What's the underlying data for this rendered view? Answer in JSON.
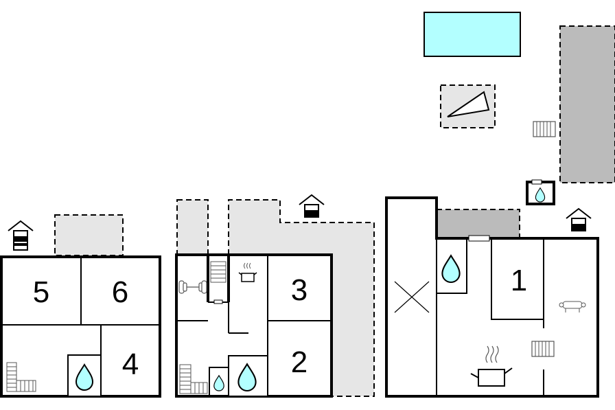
{
  "plan": {
    "colors": {
      "wall": "#000000",
      "terrace": "#e6e6e6",
      "carport": "#bbbbbb",
      "pool": "#b3ffff",
      "water": "#b3ffff"
    },
    "rooms": {
      "room_1": "1",
      "room_2": "2",
      "room_3": "3",
      "room_4": "4",
      "room_5": "5",
      "room_6": "6"
    },
    "icons": {
      "entrance": "house-entrance-icon",
      "bathroom": "water-drop-icon",
      "kitchen": "cooking-pot-icon",
      "living": "sofa-icon",
      "heating": "radiator-icon",
      "gym": "dumbbell-icon",
      "stairs": "stairs-icon",
      "pool": "swimming-pool-icon",
      "sunbed": "sun-lounger-icon",
      "void": "open-space-cross-icon"
    }
  }
}
